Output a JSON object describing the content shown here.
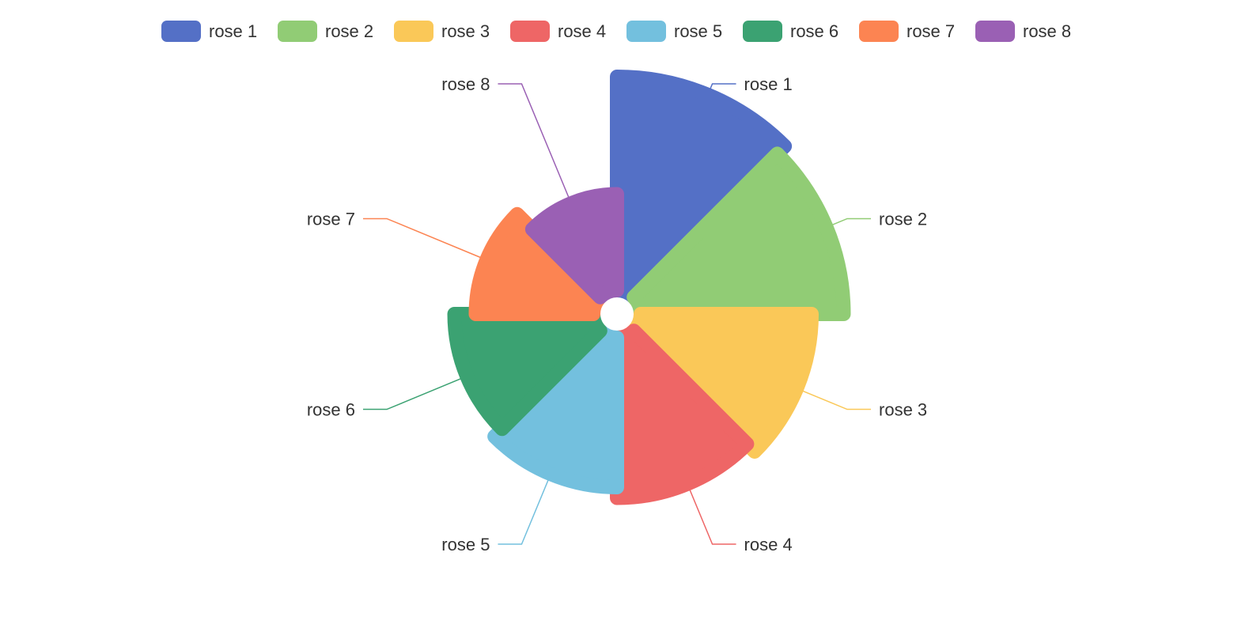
{
  "chart_data": {
    "type": "pie",
    "subtype": "nightingale-rose",
    "legend_position": "top",
    "categories": [
      "rose 1",
      "rose 2",
      "rose 3",
      "rose 4",
      "rose 5",
      "rose 6",
      "rose 7",
      "rose 8"
    ],
    "values": [
      40,
      38,
      32,
      30,
      28,
      26,
      22,
      18
    ],
    "colors": [
      "#5470c6",
      "#91cc75",
      "#fac858",
      "#ee6666",
      "#73c0de",
      "#3ba272",
      "#fc8452",
      "#9a60b4"
    ]
  }
}
